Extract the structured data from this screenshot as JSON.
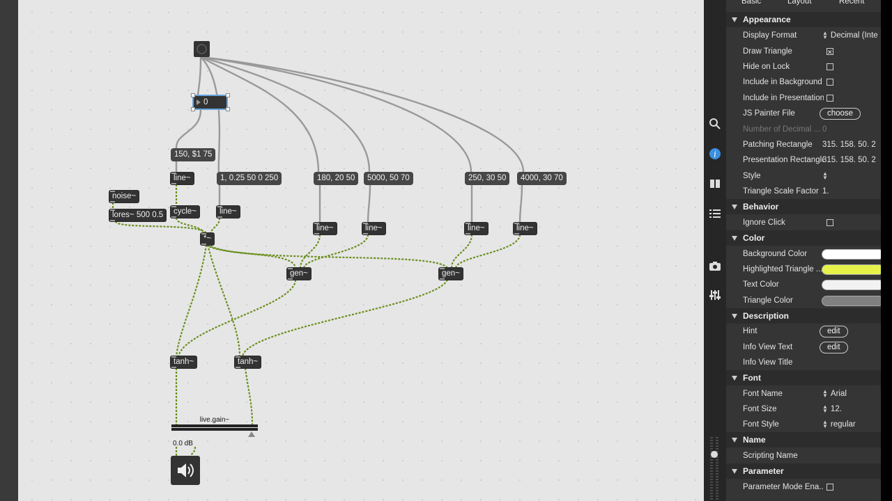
{
  "patcher": {
    "number_value": "0",
    "messages": {
      "m1": "150, $1 75",
      "m2": "1, 0.25 50 0 250",
      "m3": "180, 20 50",
      "m4": "5000, 50 70",
      "m5": "250, 30 50",
      "m6": "4000, 30 70"
    },
    "objects": {
      "line1": "line~",
      "cycle": "cycle~",
      "line2": "line~",
      "noise": "noise~",
      "lores": "lores~ 500 0.5",
      "mult": "*~",
      "line3": "line~",
      "line4": "line~",
      "line5": "line~",
      "line6": "line~",
      "gen1": "gen~",
      "gen2": "gen~",
      "tanh1": "tanh~",
      "tanh2": "tanh~"
    },
    "gain_label": "live.gain~",
    "gain_db": "0.0 dB",
    "speaker_icon": "speaker-icon",
    "cable_color": "#999999",
    "signal_cable_color": "#6b8f1f"
  },
  "inspector": {
    "tabs": [
      "Basic",
      "Layout",
      "Recent"
    ],
    "sections": {
      "appearance": "Appearance",
      "behavior": "Behavior",
      "color": "Color",
      "description": "Description",
      "font": "Font",
      "name": "Name",
      "parameter": "Parameter"
    },
    "rows": {
      "display_format": {
        "label": "Display Format",
        "value": "Decimal (Inte"
      },
      "draw_triangle": {
        "label": "Draw Triangle",
        "checked": true
      },
      "hide_on_lock": {
        "label": "Hide on Lock",
        "checked": false
      },
      "include_background": {
        "label": "Include in Background",
        "checked": false
      },
      "include_presentation": {
        "label": "Include in Presentation",
        "checked": false
      },
      "js_painter": {
        "label": "JS Painter File",
        "button": "choose"
      },
      "num_decimal": {
        "label": "Number of Decimal ...",
        "value": "0"
      },
      "patching_rect": {
        "label": "Patching Rectangle",
        "value": "315. 158. 50. 2"
      },
      "presentation_rect": {
        "label": "Presentation Rectangle",
        "value": "315. 158. 50. 2"
      },
      "style": {
        "label": "Style",
        "value": ""
      },
      "triangle_scale": {
        "label": "Triangle Scale Factor",
        "value": "1."
      },
      "ignore_click": {
        "label": "Ignore Click",
        "checked": false
      },
      "bg_color": {
        "label": "Background Color",
        "color": "#ffffff"
      },
      "hl_triangle": {
        "label": "Highlighted Triangle ...",
        "color": "#e6f24a"
      },
      "text_color": {
        "label": "Text Color",
        "color": "#f2f2f2"
      },
      "triangle_color": {
        "label": "Triangle Color",
        "color": "#808080"
      },
      "hint": {
        "label": "Hint",
        "button": "edit"
      },
      "info_view_text": {
        "label": "Info View Text",
        "button": "edit"
      },
      "info_view_title": {
        "label": "Info View Title",
        "value": ""
      },
      "font_name": {
        "label": "Font Name",
        "value": "Arial"
      },
      "font_size": {
        "label": "Font Size",
        "value": "12."
      },
      "font_style": {
        "label": "Font Style",
        "value": "regular"
      },
      "scripting_name": {
        "label": "Scripting Name",
        "value": ""
      },
      "param_mode": {
        "label": "Parameter Mode Ena...",
        "checked": false
      }
    }
  },
  "sidebar_icons": [
    "search-icon",
    "info-icon",
    "clipboard-icon",
    "list-icon",
    "camera-icon",
    "mixer-icon"
  ]
}
